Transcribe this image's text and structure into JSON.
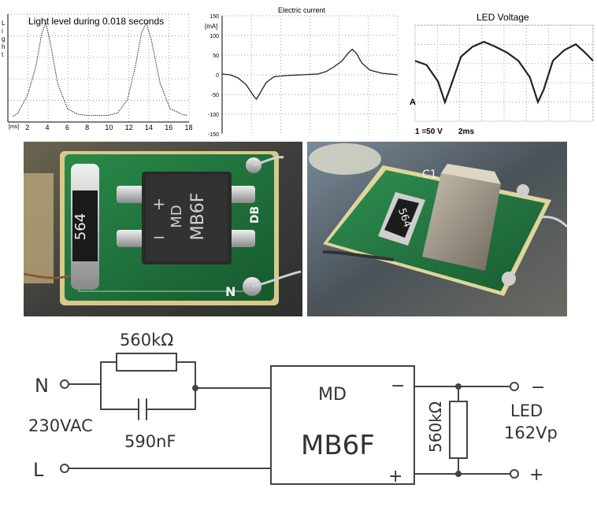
{
  "top_charts": {
    "light": {
      "title": "Light level during 0.018 seconds",
      "ylabel_letters": [
        "L",
        "i",
        "g",
        "h",
        "t"
      ],
      "unit": "[ms]",
      "x_ticks": [
        "2",
        "4",
        "6",
        "8",
        "10",
        "12",
        "14",
        "16",
        "18"
      ],
      "points": [
        [
          0.5,
          0.05
        ],
        [
          1,
          0.08
        ],
        [
          2,
          0.25
        ],
        [
          2.8,
          0.5
        ],
        [
          3.4,
          0.8
        ],
        [
          3.8,
          0.9
        ],
        [
          4.2,
          0.75
        ],
        [
          5,
          0.35
        ],
        [
          6,
          0.12
        ],
        [
          7,
          0.07
        ],
        [
          8,
          0.06
        ],
        [
          10,
          0.06
        ],
        [
          11,
          0.08
        ],
        [
          12,
          0.2
        ],
        [
          12.8,
          0.5
        ],
        [
          13.4,
          0.8
        ],
        [
          13.9,
          0.9
        ],
        [
          14.4,
          0.75
        ],
        [
          15.3,
          0.35
        ],
        [
          16.3,
          0.12
        ],
        [
          17.5,
          0.07
        ],
        [
          18,
          0.06
        ]
      ]
    },
    "current": {
      "title": "Electric current",
      "unit": "[mA]",
      "y_ticks": [
        "150",
        "100",
        "50",
        "0",
        "-50",
        "-100",
        "-150"
      ],
      "points": [
        [
          0,
          2
        ],
        [
          1,
          0
        ],
        [
          2,
          -8
        ],
        [
          3,
          -25
        ],
        [
          3.5,
          -40
        ],
        [
          4,
          -55
        ],
        [
          4.3,
          -62
        ],
        [
          4.8,
          -45
        ],
        [
          5.5,
          -20
        ],
        [
          6.5,
          -5
        ],
        [
          8,
          -2
        ],
        [
          10,
          0
        ],
        [
          12,
          2
        ],
        [
          13,
          8
        ],
        [
          14,
          20
        ],
        [
          15,
          35
        ],
        [
          15.8,
          55
        ],
        [
          16.3,
          65
        ],
        [
          16.8,
          55
        ],
        [
          17.5,
          30
        ],
        [
          18.5,
          12
        ],
        [
          20,
          4
        ],
        [
          22,
          0
        ]
      ]
    },
    "voltage": {
      "title": "LED Voltage",
      "marker": "A",
      "scale": "1 =50 V",
      "time": "2ms",
      "points": [
        [
          0,
          0.55
        ],
        [
          1,
          0.5
        ],
        [
          2,
          0.3
        ],
        [
          2.6,
          0.05
        ],
        [
          3,
          0.2
        ],
        [
          4,
          0.6
        ],
        [
          5,
          0.72
        ],
        [
          6,
          0.78
        ],
        [
          7,
          0.72
        ],
        [
          8,
          0.65
        ],
        [
          9,
          0.55
        ],
        [
          10,
          0.35
        ],
        [
          10.7,
          0.05
        ],
        [
          11.2,
          0.2
        ],
        [
          12,
          0.55
        ],
        [
          13,
          0.68
        ],
        [
          14,
          0.75
        ],
        [
          14.8,
          0.65
        ],
        [
          15.5,
          0.55
        ]
      ]
    }
  },
  "photos": {
    "left": {
      "resistor_code": "564",
      "chip_line1": "MD",
      "chip_line2": "MB6F",
      "plus": "+",
      "minus": "−",
      "board_mark": "DB",
      "n_mark": "N"
    },
    "right": {
      "resistor_code": "564",
      "cap_label": "C1"
    }
  },
  "schematic": {
    "n_label": "N",
    "l_label": "L",
    "voltage": "230VAC",
    "resistor_top": "560kΩ",
    "capacitor": "590nF",
    "chip_line1": "MD",
    "chip_line2": "MB6F",
    "minus": "−",
    "plus": "+",
    "resistor_right": "560kΩ",
    "led_label": "LED",
    "led_voltage": "162Vp",
    "out_minus": "−",
    "out_plus": "+"
  },
  "colors": {
    "pcb": "#1f6b3a",
    "chip": "#2a2a2a",
    "solder": "#c8c8c8",
    "ink": "#333333"
  }
}
